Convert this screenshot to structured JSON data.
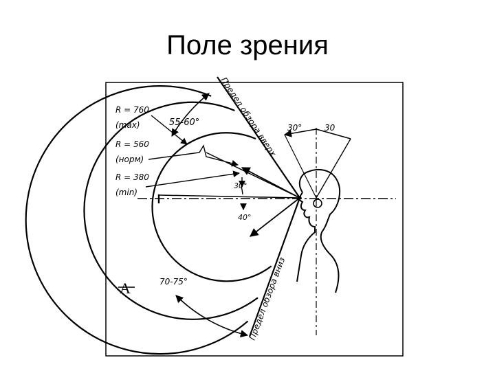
{
  "slide": {
    "title": "Поле зрения"
  },
  "figure": {
    "labels": {
      "r_max": "R = 760",
      "r_max_sub": "(max)",
      "r_norm": "R = 560",
      "r_norm_sub": "(норм)",
      "r_min": "R = 380",
      "r_min_sub": "(min)",
      "angle_upper": "55-60°",
      "angle_lower": "70-75°",
      "angle_30_down": "30°",
      "angle_40_down": "40°",
      "angle_30_left": "30°",
      "angle_30_right": "30",
      "limit_up": "Предел обзора вверх",
      "limit_down": "Предел обзора вниз",
      "panel_letter": "А"
    }
  }
}
